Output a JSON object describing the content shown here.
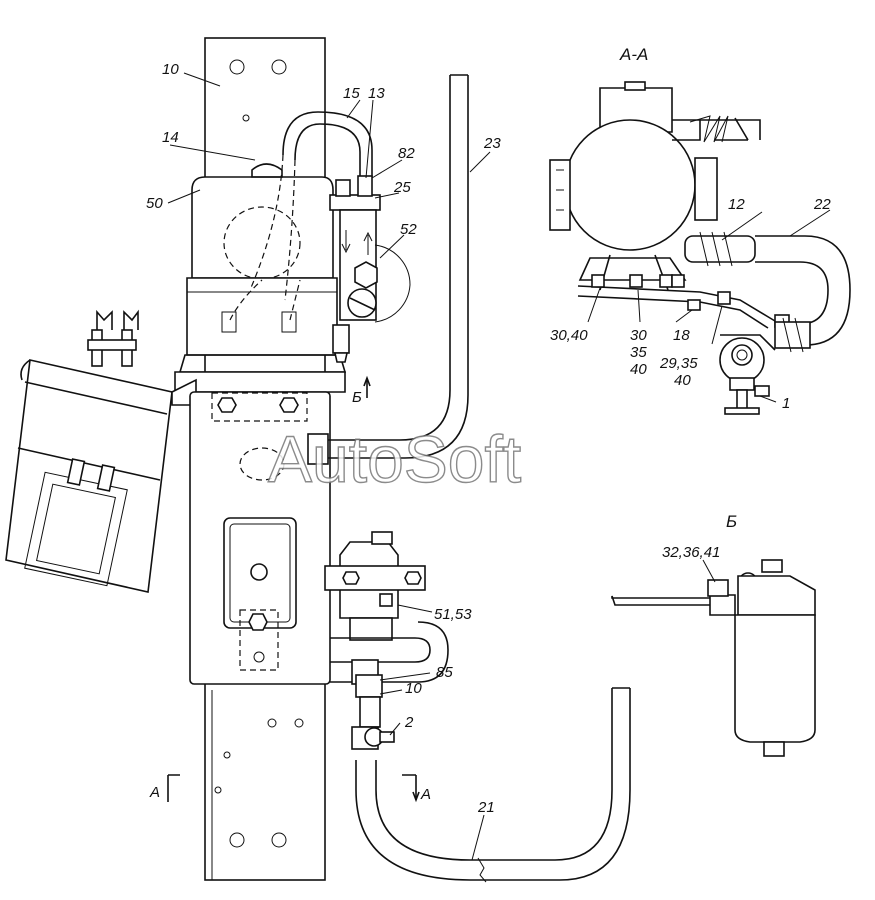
{
  "watermark": "AutoSoft",
  "section_titles": {
    "a_a": "A-A",
    "b": "Б"
  },
  "callouts": [
    {
      "id": "c10_top",
      "text": "10"
    },
    {
      "id": "c15",
      "text": "15"
    },
    {
      "id": "c13",
      "text": "13"
    },
    {
      "id": "c14",
      "text": "14"
    },
    {
      "id": "c82",
      "text": "82"
    },
    {
      "id": "c25",
      "text": "25"
    },
    {
      "id": "c50",
      "text": "50"
    },
    {
      "id": "c52",
      "text": "52"
    },
    {
      "id": "c23",
      "text": "23"
    },
    {
      "id": "c12",
      "text": "12"
    },
    {
      "id": "c22",
      "text": "22"
    },
    {
      "id": "c30_40",
      "text": "30,40"
    },
    {
      "id": "c30",
      "text": "30"
    },
    {
      "id": "c35",
      "text": "35"
    },
    {
      "id": "c40a",
      "text": "40"
    },
    {
      "id": "c18",
      "text": "18"
    },
    {
      "id": "c29_35",
      "text": "29,35"
    },
    {
      "id": "c40b",
      "text": "40"
    },
    {
      "id": "c1",
      "text": "1"
    },
    {
      "id": "c_b_arrow",
      "text": "Б"
    },
    {
      "id": "c32_36_41",
      "text": "32,36,41"
    },
    {
      "id": "c51_53",
      "text": "51,53"
    },
    {
      "id": "c85",
      "text": "85"
    },
    {
      "id": "c10_bottom",
      "text": "10"
    },
    {
      "id": "c2",
      "text": "2"
    },
    {
      "id": "c21",
      "text": "21"
    },
    {
      "id": "c_a_left",
      "text": "A"
    },
    {
      "id": "c_a_right",
      "text": "A"
    }
  ]
}
